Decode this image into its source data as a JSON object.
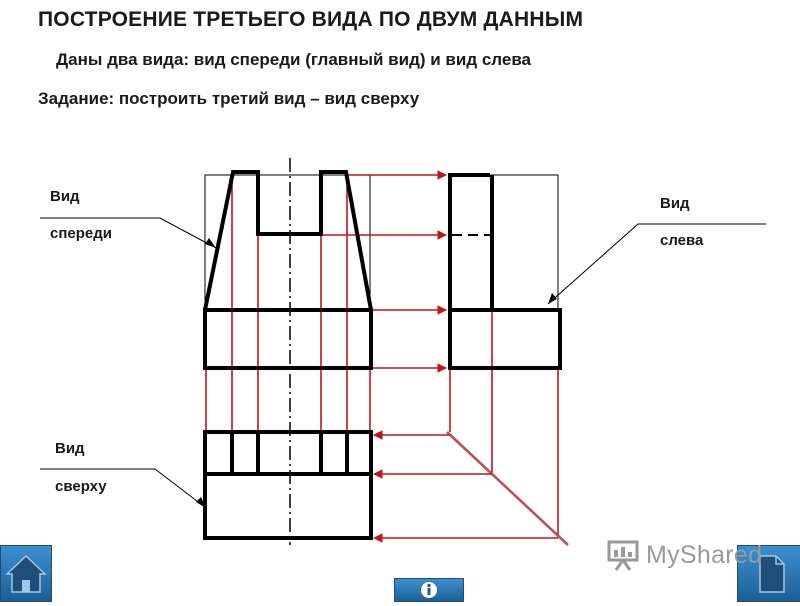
{
  "title": "ПОСТРОЕНИЕ ТРЕТЬЕГО ВИДА ПО ДВУМ ДАННЫМ",
  "given": "Даны два вида: вид спереди (главный вид) и вид слева",
  "task": "Задание: построить третий вид – вид сверху",
  "labels": {
    "front_line1": "Вид",
    "front_line2": "спереди",
    "left_line1": "Вид",
    "left_line2": "слева",
    "top_line1": "Вид",
    "top_line2": "сверху"
  },
  "logo_text": "MyShared",
  "colors": {
    "drawing_line": "#000000",
    "projection_line": "#c0161b",
    "construction_line": "#c0504d",
    "nav_button": "#2e7bbf"
  },
  "icons": {
    "home": "home-icon",
    "info": "info-icon",
    "document": "document-icon"
  }
}
